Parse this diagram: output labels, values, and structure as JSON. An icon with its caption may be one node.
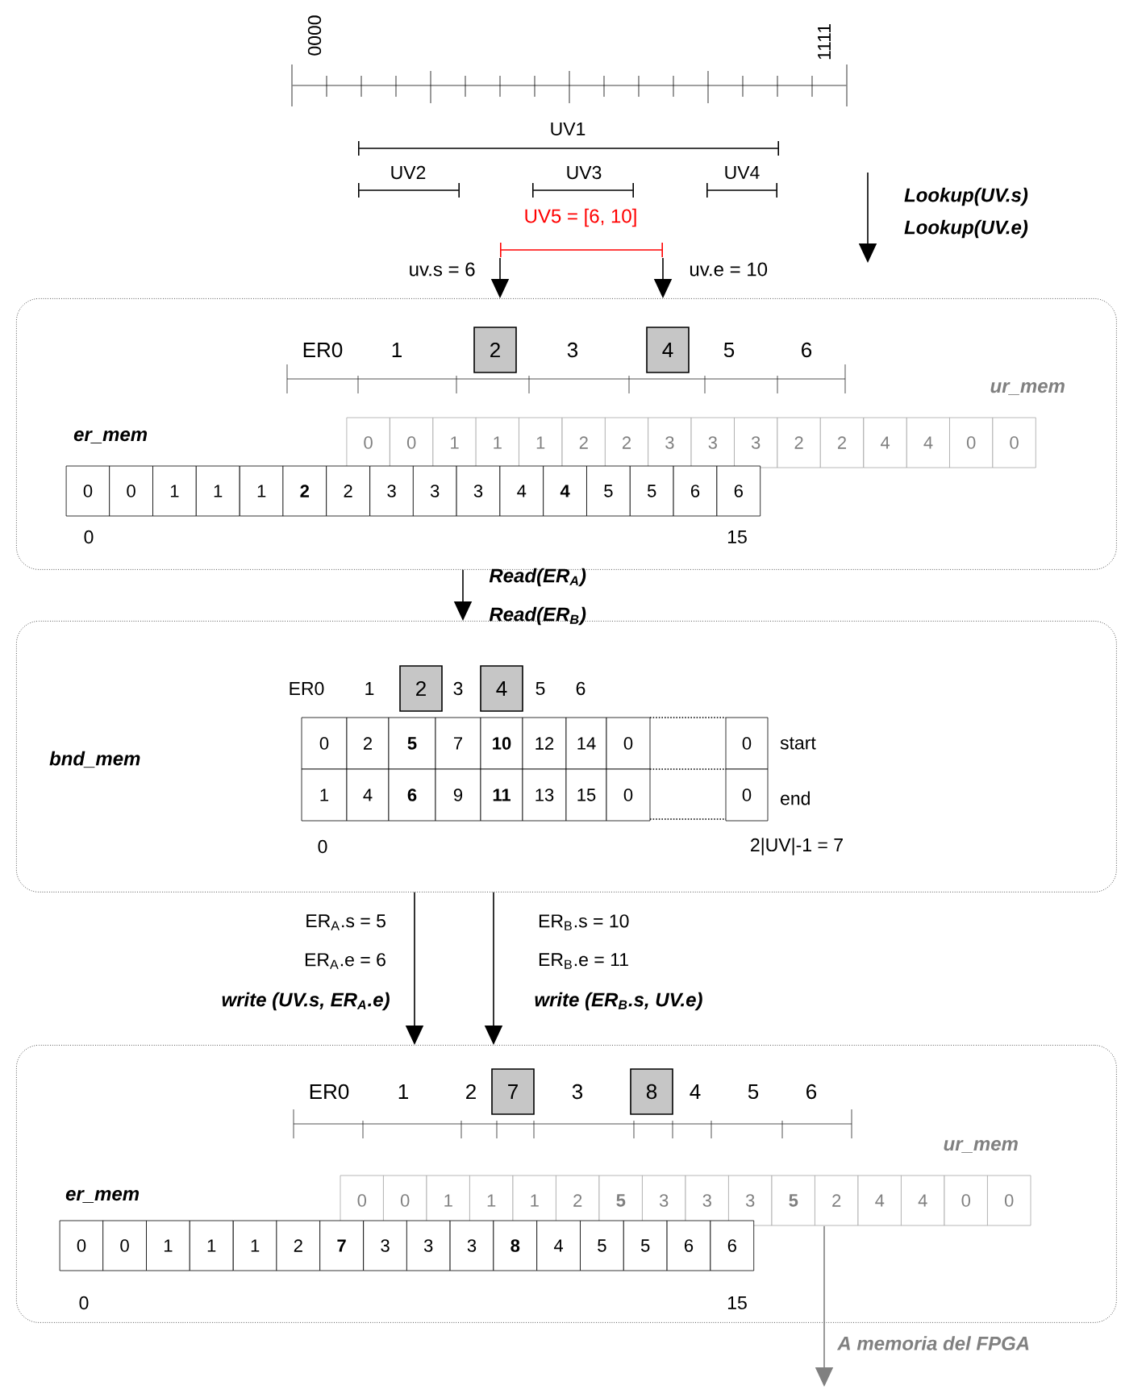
{
  "diagram": {
    "nodes": [
      {
        "text": [],
        "shape": "box"
      },
      {
        "text": [],
        "shape": "box"
      },
      {
        "text": [],
        "shape": "box"
      }
    ],
    "edges": [
      {
        "from": null,
        "to": 0,
        "arrow": "to",
        "label": "uv.s = 6"
      },
      {
        "from": null,
        "to": 0,
        "arrow": "to",
        "label": "uv.e = 10"
      },
      {
        "from": 0,
        "to": 1,
        "arrow": "to",
        "label": "Read(ER$_{A}$) Read(ER$_{B}$)"
      },
      {
        "from": 1,
        "to": 2,
        "arrow": "to",
        "label": "write (UV.s,  ER$_{A}$.e)"
      },
      {
        "from": 1,
        "to": 2,
        "arrow": "to",
        "label": "write (ER$_{B}$.s,  UV.e)"
      },
      {
        "from": 2,
        "to": null,
        "arrow": "to",
        "label": "A memoria del FPGA",
        "color": "#808080"
      }
    ],
    "labels": [
      "0000",
      "1111",
      "UV1",
      "UV2",
      "UV3",
      "UV4",
      "Lookup(UV.s)",
      "Lookup(UV.e)",
      "UV5 = [6, 10]",
      "ER0",
      "1",
      "2",
      "3",
      "4",
      "5",
      "6",
      "ur_mem",
      "er_mem",
      "0",
      "0",
      "1",
      "1",
      "1",
      "2",
      "2",
      "3",
      "3",
      "3",
      "2",
      "2",
      "4",
      "4",
      "0",
      "0",
      "0",
      "0",
      "1",
      "1",
      "1",
      "**2**",
      "2",
      "3",
      "3",
      "3",
      "4",
      "**4**",
      "5",
      "5",
      "6",
      "6",
      "0",
      "15",
      "ER0",
      "1",
      "2",
      "3",
      "4",
      "5",
      "6",
      "bnd_mem",
      "0",
      "2",
      "**5**",
      "7",
      "**10**",
      "12",
      "14",
      "0",
      "0",
      "start",
      "1",
      "4",
      "**6**",
      "9",
      "**11**",
      "13",
      "15",
      "0",
      "0",
      "end",
      "0",
      "2|UV|-1  = 7",
      "ER$_{A}$.s = 5",
      "ER$_{B}$.s = 10",
      "ER$_{A}$.e = 6",
      "ER$_{B}$.e = 11",
      "ER0",
      "1",
      "2",
      "7",
      "3",
      "8",
      "4",
      "5",
      "6",
      "ur_mem",
      "er_mem",
      "0",
      "0",
      "1",
      "1",
      "1",
      "2",
      "**5**",
      "3",
      "3",
      "3",
      "**5**",
      "2",
      "4",
      "4",
      "0",
      "0",
      "0",
      "0",
      "1",
      "1",
      "1",
      "2",
      "**7**",
      "3",
      "3",
      "3",
      "**8**",
      "4",
      "5",
      "5",
      "6",
      "6",
      "0",
      "15"
    ]
  }
}
